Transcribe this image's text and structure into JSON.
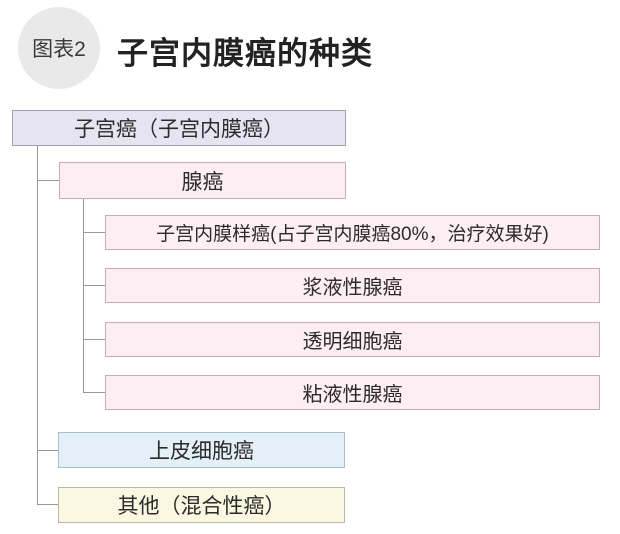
{
  "header": {
    "badge_label": "图表2",
    "title": "子宫内膜癌的种类"
  },
  "diagram": {
    "root": {
      "label": "子宫癌（子宫内膜癌）",
      "fill": "#e6e4f1",
      "border_color": "#a2a1b2"
    },
    "branches": [
      {
        "label": "腺癌",
        "fill": "#fdeef3",
        "border_color": "#c9aab5",
        "children": [
          {
            "label": "子宫内膜样癌(占子宫内膜癌80%，治疗效果好)",
            "fill": "#fdeef3",
            "border_color": "#c9aab5"
          },
          {
            "label": "浆液性腺癌",
            "fill": "#fdeef3",
            "border_color": "#c9aab5"
          },
          {
            "label": "透明细胞癌",
            "fill": "#fdeef3",
            "border_color": "#c9aab5"
          },
          {
            "label": "粘液性腺癌",
            "fill": "#fdeef3",
            "border_color": "#c9aab5"
          }
        ]
      },
      {
        "label": "上皮细胞癌",
        "fill": "#e4f0f8",
        "border_color": "#a5bfcd",
        "children": []
      },
      {
        "label": "其他（混合性癌）",
        "fill": "#fbf8e2",
        "border_color": "#b9b79f",
        "children": []
      }
    ],
    "line_color": "#999999",
    "badge_fill": "#e9e9e9"
  }
}
